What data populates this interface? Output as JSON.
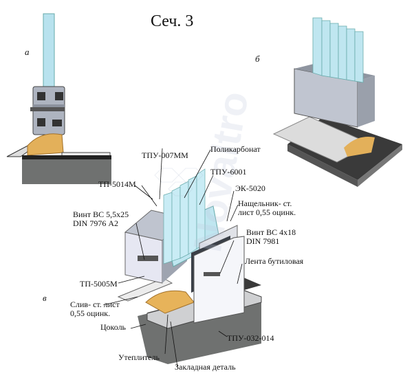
{
  "title": "Сеч. 3",
  "panels": {
    "a": "а",
    "b": "б",
    "v": "в"
  },
  "watermark": "NovaItro",
  "labels": {
    "tpu007": "ТПУ-007ММ",
    "polycarbonate": "Поликарбонат",
    "tp5014": "ТП-5014М",
    "tpu6001": "ТПУ-6001",
    "ek5020": "ЭК-5020",
    "nashchelnik": "Нащельник- ст.\nлист 0,55 оцинк.",
    "vint1": "Винт ВС 5,5х25\nDIN 7976 А2",
    "vint2": "Винт ВС 4х18\nDIN 7981",
    "lenta": "Лента бутиловая",
    "tp5005": "ТП-5005М",
    "sliv": "Слив- ст. лист\n0,55 оцинк.",
    "tsokol": "Цоколь",
    "tpu032": "ТПУ-032-014",
    "uteplitel": "Утеплитель",
    "zakladnaya": "Закладная деталь"
  },
  "colors": {
    "glass": "#a8d8e8",
    "profile": "#c8cdd8",
    "concrete": "#6f7170",
    "insulation": "#e7b35a",
    "panel": "#f3f4f8"
  }
}
